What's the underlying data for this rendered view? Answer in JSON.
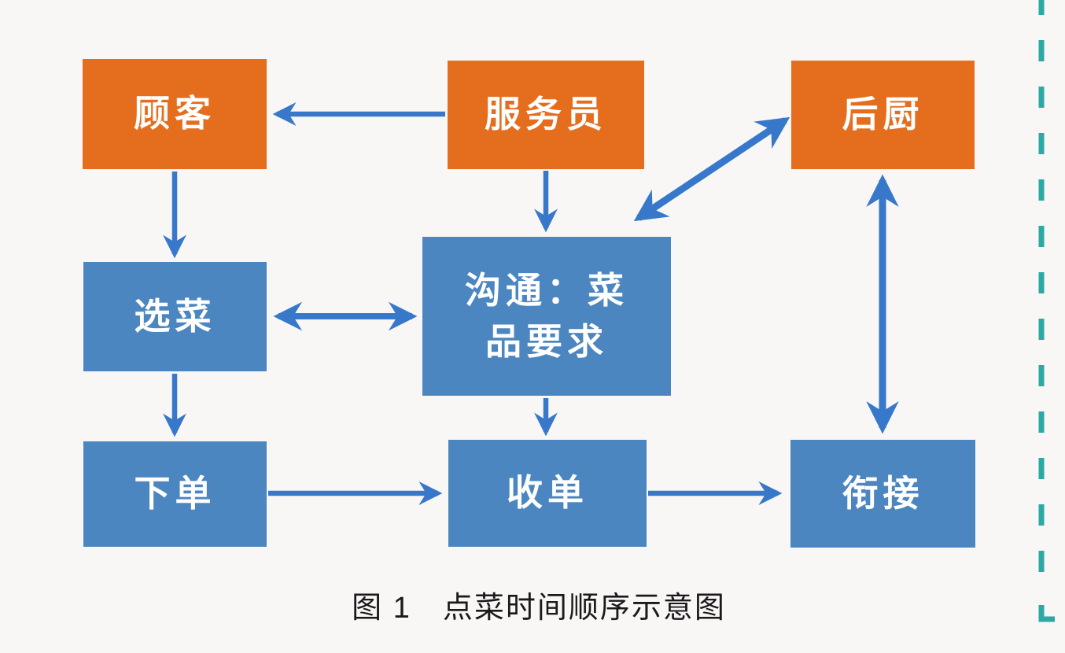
{
  "figure": {
    "caption": "图 1　点菜时间顺序示意图",
    "background": "#f8f7f5",
    "colors": {
      "actor_box_fill": "#e56e1e",
      "step_box_fill": "#4c86c0",
      "box_text": "#ffffff",
      "arrow": "#3778ca",
      "dashed_border": "#2ba9a4",
      "caption_text": "#1a1a1a"
    },
    "nodes": {
      "customer": {
        "label": "顾客",
        "role": "actor"
      },
      "waiter": {
        "label": "服务员",
        "role": "actor"
      },
      "kitchen": {
        "label": "后厨",
        "role": "actor"
      },
      "choose": {
        "label": "选菜",
        "role": "step"
      },
      "communicate": {
        "label": "沟通：菜品要求",
        "role": "step"
      },
      "order": {
        "label": "下单",
        "role": "step"
      },
      "receive": {
        "label": "收单",
        "role": "step"
      },
      "handoff": {
        "label": "衔接",
        "role": "step"
      }
    },
    "edges": [
      {
        "from": "服务员",
        "to": "顾客",
        "bidirectional": false
      },
      {
        "from": "顾客",
        "to": "选菜",
        "bidirectional": false
      },
      {
        "from": "服务员",
        "to": "沟通：菜品要求",
        "bidirectional": false
      },
      {
        "from": "沟通：菜品要求",
        "to": "后厨",
        "bidirectional": true
      },
      {
        "from": "选菜",
        "to": "沟通：菜品要求",
        "bidirectional": true
      },
      {
        "from": "选菜",
        "to": "下单",
        "bidirectional": false
      },
      {
        "from": "沟通：菜品要求",
        "to": "收单",
        "bidirectional": false
      },
      {
        "from": "下单",
        "to": "收单",
        "bidirectional": false
      },
      {
        "from": "收单",
        "to": "衔接",
        "bidirectional": false
      },
      {
        "from": "衔接",
        "to": "后厨",
        "bidirectional": true
      }
    ]
  }
}
